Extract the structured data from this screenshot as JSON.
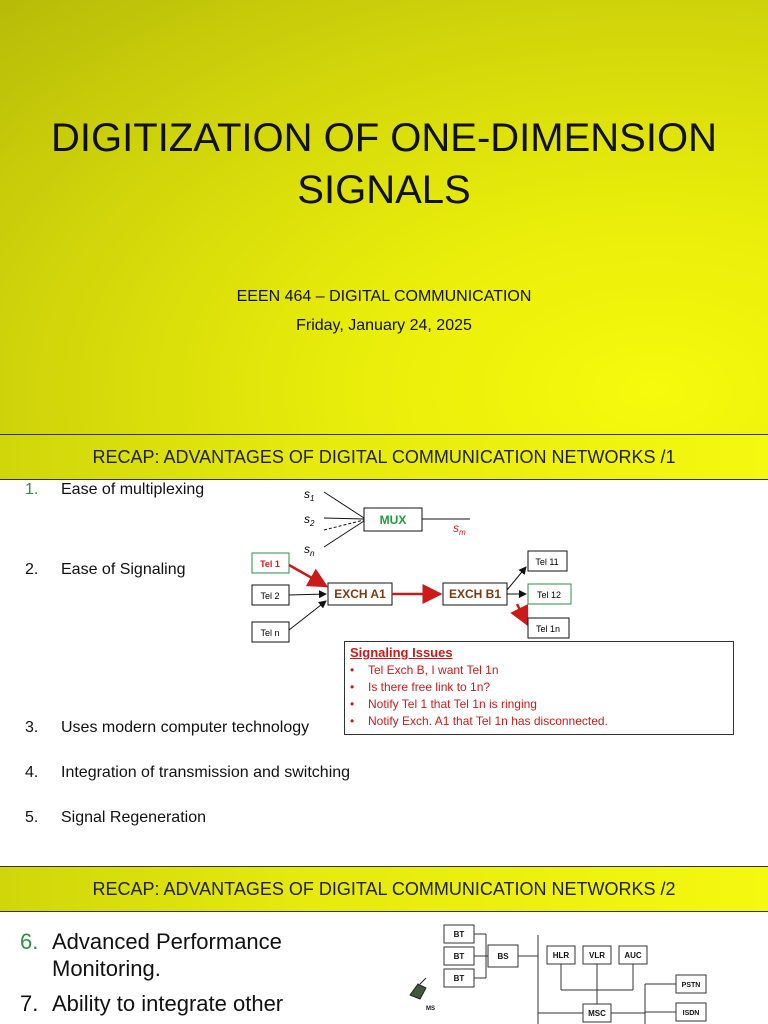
{
  "title_slide": {
    "title_line1": "DIGITIZATION OF ONE-DIMENSION",
    "title_line2": "SIGNALS",
    "course": "EEEN 464 – DIGITAL COMMUNICATION",
    "date": "Friday, January 24, 2025"
  },
  "slide1": {
    "banner": "RECAP: ADVANTAGES OF DIGITAL COMMUNICATION NETWORKS  /1",
    "items": [
      {
        "num": "1.",
        "text": "Ease of multiplexing"
      },
      {
        "num": "2.",
        "text": "Ease of Signaling"
      },
      {
        "num": "3.",
        "text": "Uses modern computer technology"
      },
      {
        "num": "4.",
        "text": "Integration of transmission and switching"
      },
      {
        "num": "5.",
        "text": "Signal Regeneration"
      }
    ],
    "mux_diagram": {
      "inputs": [
        "s1",
        "s2",
        "sn"
      ],
      "block": "MUX",
      "output": "sm"
    },
    "signaling_diagram": {
      "phones_a": [
        "Tel 1",
        "Tel 2",
        "Tel n"
      ],
      "exch_a": "EXCH A1",
      "exch_b": "EXCH B1",
      "phones_b": [
        "Tel 11",
        "Tel 12",
        "Tel 1n"
      ]
    },
    "signaling_issues": {
      "header": "Signaling Issues",
      "items": [
        "Tel Exch B, I want Tel 1n",
        "Is there free link to 1n?",
        "Notify Tel 1 that Tel 1n is ringing",
        "Notify Exch.  A1 that Tel 1n has disconnected."
      ]
    }
  },
  "slide2": {
    "banner": "RECAP: ADVANTAGES OF DIGITAL COMMUNICATION NETWORKS /2",
    "items": [
      {
        "num": "6.",
        "text": "Advanced Performance Monitoring."
      },
      {
        "num": "7.",
        "text": "Ability to integrate other"
      }
    ],
    "network_diagram": {
      "bts": [
        "BT",
        "BT",
        "BT"
      ],
      "bs": "BS",
      "registers": [
        "HLR",
        "VLR",
        "AUC"
      ],
      "msc": "MSC",
      "externals": [
        "PSTN",
        "ISDN"
      ],
      "ms": "MS"
    }
  },
  "colors": {
    "accent_green": "#2f8f46",
    "signal_red": "#cc1a1a",
    "mux_green": "#1f9a3c",
    "exch_brown": "#7a3b12",
    "banner_yellow": "#e6ea0e"
  }
}
